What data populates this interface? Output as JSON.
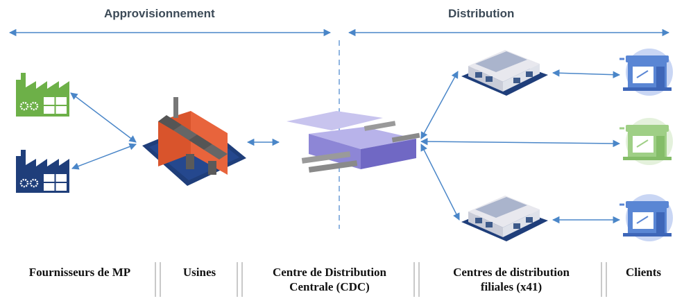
{
  "sections": {
    "supply": "Approvisionnement",
    "distribution": "Distribution"
  },
  "stages": {
    "suppliers": "Fournisseurs de MP",
    "plants": "Usines",
    "cdc_line1": "Centre de Distribution",
    "cdc_line2": "Centrale (CDC)",
    "branches_line1": "Centres de distribution",
    "branches_line2": "filiales (x41)",
    "clients": "Clients"
  },
  "colors": {
    "arrow": "#4a86c8",
    "supplier_green": "#6db048",
    "supplier_navy": "#1f3e7a",
    "plant_orange": "#e8643c",
    "client_blue": "#5a86d4",
    "client_green": "#9fcf86"
  }
}
